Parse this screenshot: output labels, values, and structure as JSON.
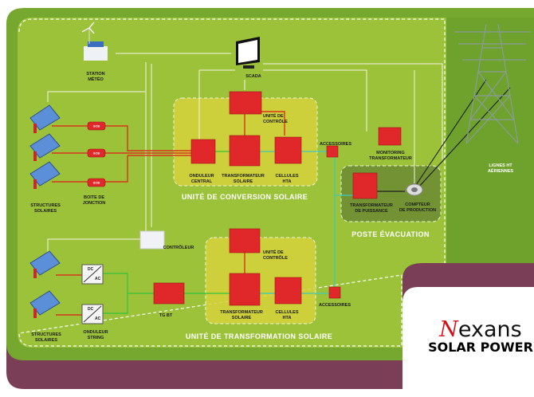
{
  "labels": {
    "station_meteo": "STATION\nMÉTÉO",
    "scada": "SCADA",
    "structures_solaires_top": "STRUCTURES\nSOLAIRES",
    "boite_jonction": "BOITE DE\nJONCTION",
    "onduleur_central": "ONDULEUR\nCENTRAL",
    "transformateur_solaire_top": "TRANSFORMATEUR\nSOLAIRE",
    "cellules_hta_top": "CELLULES\nHTA",
    "unite_controle_top": "UNITÉ DE\nCONTRÔLE",
    "accessoires_top": "ACCESSOIRES",
    "monitoring": "MONITORING\nTRANSFORMATEUR",
    "transformateur_puissance": "TRANSFORMATEUR\nDE PUISSANCE",
    "compteur": "COMPTEUR\nDE PRODUCTION",
    "lignes_ht": "LIGNES HT\nAÉRIENNES",
    "controleur": "CONTRÔLEUR",
    "unite_controle_bottom": "UNITÉ DE\nCONTRÔLE",
    "transformateur_solaire_bottom": "TRANSFORMATEUR\nSOLAIRE",
    "cellules_hta_bottom": "CELLULES\nHTA",
    "accessoires_bottom": "ACCESSOIRES",
    "tg_bt": "TG BT",
    "structures_solaires_bottom": "STRUCTURES\nSOLAIRES",
    "onduleur_string": "ONDULEUR\nSTRING",
    "scb": "SCB",
    "dc": "DC",
    "ac": "AC"
  },
  "zones": {
    "conversion": "UNITÉ DE CONVERSION SOLAIRE",
    "evacuation": "POSTE ÉVACUATION",
    "transformation": "UNITÉ DE  TRANSFORMATION  SOLAIRE"
  },
  "logo": {
    "brand_initial": "N",
    "brand_rest": "exans",
    "tagline": "SOLAR POWER"
  },
  "colors": {
    "grass": "#8cb833",
    "platform_edge": "#6f9e2e",
    "zone_yellow": "#d6d33a",
    "equipment_red": "#e0282b",
    "maroon": "#7a3f57",
    "dc_line": "#d8361a",
    "ac_line": "#33c23a",
    "hv_line": "#3fc8b4",
    "data_line": "#ffffff"
  }
}
